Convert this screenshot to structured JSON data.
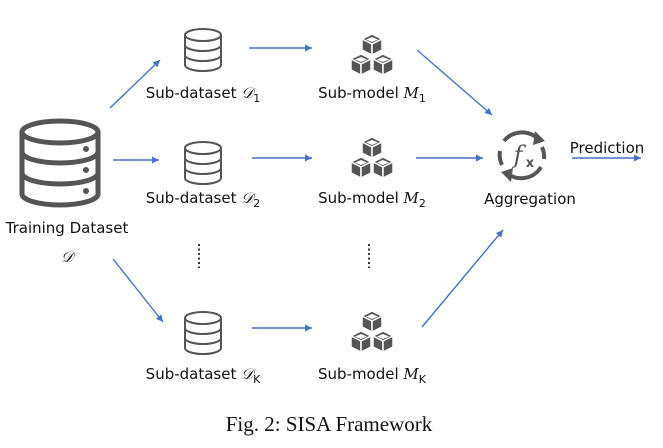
{
  "diagram": {
    "training": {
      "label": "Training Dataset",
      "symbol": "𝒟"
    },
    "shards": [
      {
        "name_prefix": "Sub-dataset ",
        "name_symbol": "𝒟",
        "name_sub": "1",
        "model_prefix": "Sub-model ",
        "model_symbol": "M",
        "model_sub": "1"
      },
      {
        "name_prefix": "Sub-dataset ",
        "name_symbol": "𝒟",
        "name_sub": "2",
        "model_prefix": "Sub-model ",
        "model_symbol": "M",
        "model_sub": "2"
      },
      {
        "name_prefix": "Sub-dataset ",
        "name_symbol": "𝒟",
        "name_sub": "K",
        "model_prefix": "Sub-model ",
        "model_symbol": "M",
        "model_sub": "K"
      }
    ],
    "aggregation": {
      "label": "Aggregation",
      "icon_text": "f",
      "icon_sub": "x"
    },
    "output": {
      "label": "Prediction"
    },
    "caption": "Fig. 2: SISA Framework",
    "colors": {
      "arrow": "#4472c4",
      "icon": "#555555",
      "text": "#111111"
    }
  }
}
